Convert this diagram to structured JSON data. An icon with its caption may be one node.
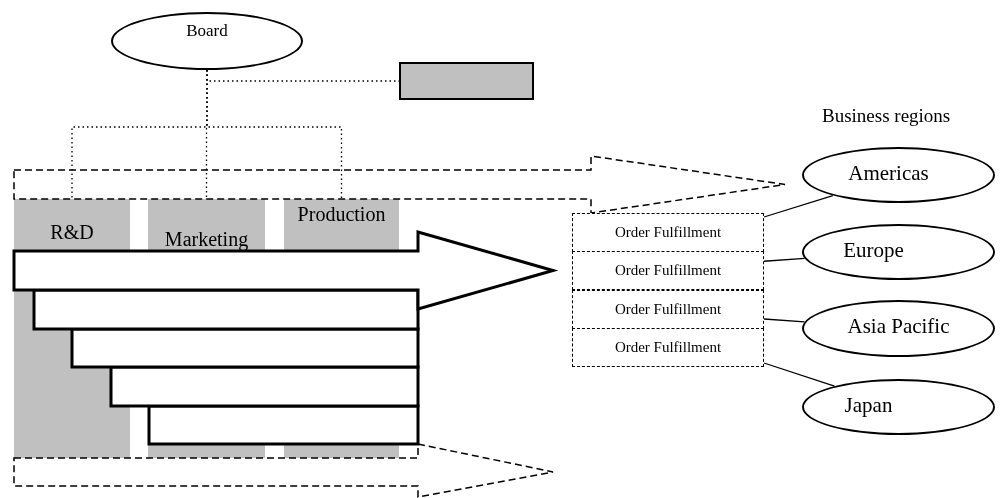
{
  "diagram": {
    "nodes": [
      {
        "text": [
          "Board"
        ]
      },
      {
        "text": [],
        "shape": "box"
      },
      {
        "text": [
          "R&D"
        ]
      },
      {
        "text": [
          "Marketing"
        ]
      },
      {
        "text": [
          "Production"
        ]
      },
      {
        "text": [
          "Order Fulfillment"
        ]
      },
      {
        "text": [
          "Order Fulfillment"
        ]
      },
      {
        "text": [
          "Order Fulfillment"
        ]
      },
      {
        "text": [
          "Order Fulfillment"
        ]
      },
      {
        "text": [
          "Americas"
        ]
      },
      {
        "text": [
          "Europe"
        ]
      },
      {
        "text": [
          "Asia Pacific"
        ]
      },
      {
        "text": [
          "Japan"
        ]
      }
    ],
    "edges": [
      {
        "from": 0,
        "to": 1,
        "arrow": "none",
        "style": "dashed"
      },
      {
        "from": 0,
        "to": 2,
        "arrow": "none",
        "style": "dashed"
      },
      {
        "from": 0,
        "to": 3,
        "arrow": "none",
        "style": "dashed"
      },
      {
        "from": 0,
        "to": 4,
        "arrow": "none",
        "style": "dashed"
      },
      {
        "from": 5,
        "to": 9,
        "arrow": "none"
      },
      {
        "from": 6,
        "to": 10,
        "arrow": "none"
      },
      {
        "from": 7,
        "to": 11,
        "arrow": "none"
      },
      {
        "from": 8,
        "to": 12,
        "arrow": "none"
      },
      {
        "from": 2,
        "to": 9,
        "arrow": "to",
        "style": "dashed"
      },
      {
        "from": 2,
        "to": 6,
        "arrow": "to",
        "style": "thick"
      }
    ],
    "labels": [
      "Business regions"
    ]
  }
}
